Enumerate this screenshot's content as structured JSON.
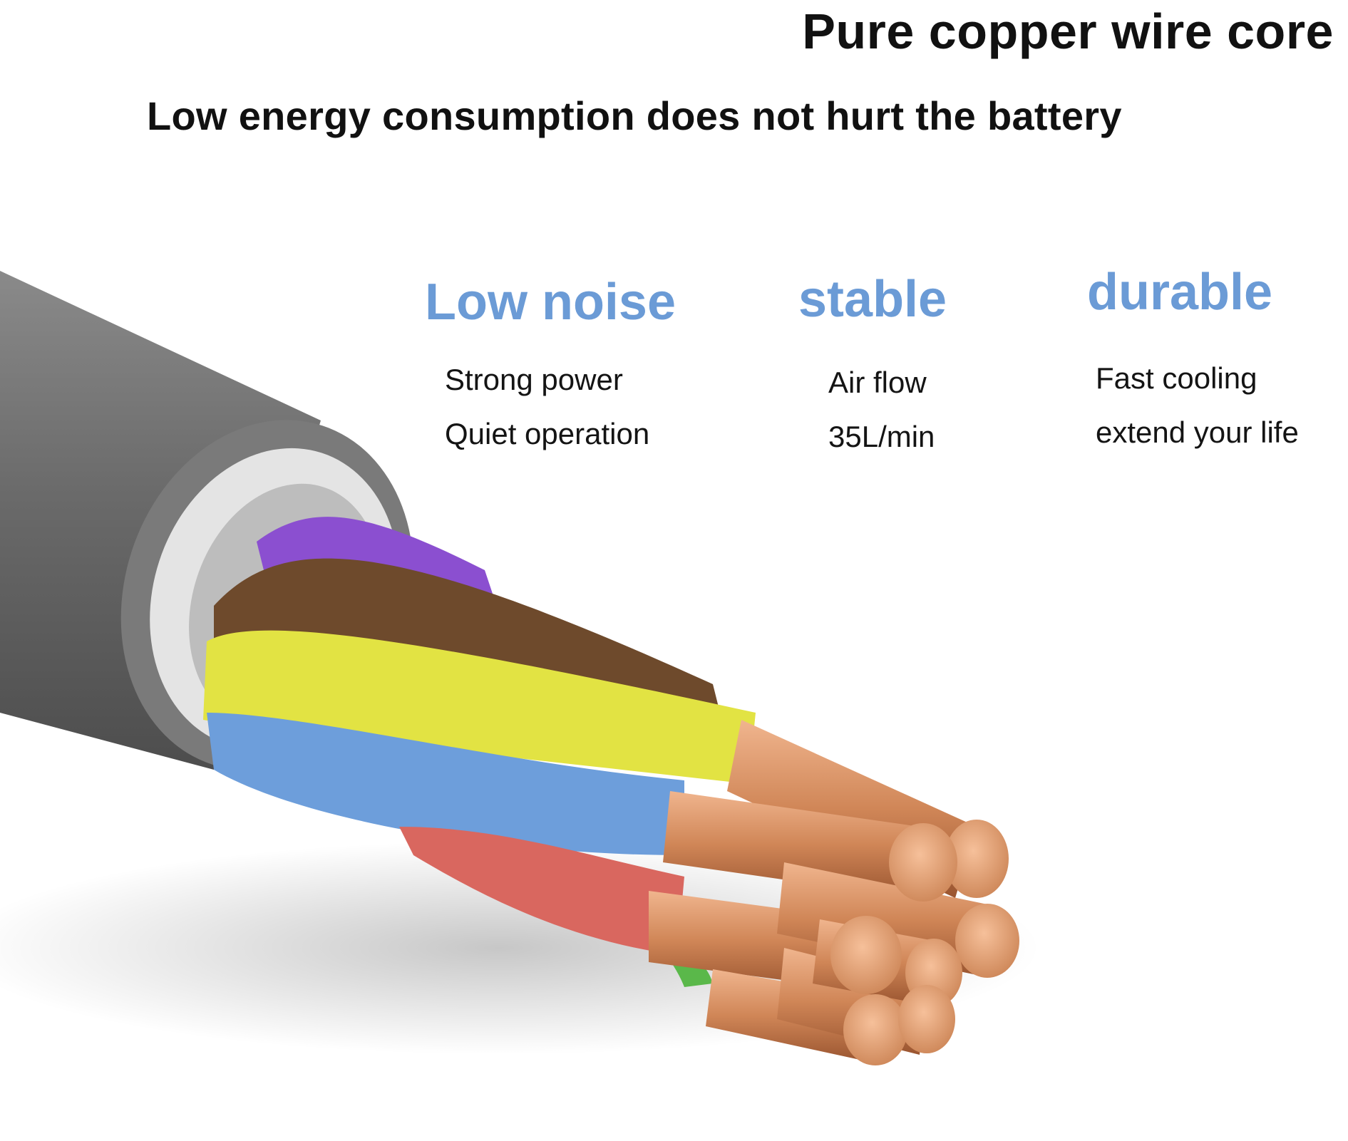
{
  "title": "Pure copper wire core",
  "subtitle": "Low energy consumption does not hurt the battery",
  "accent_color": "#6b9bd6",
  "features": [
    {
      "heading": "Low noise",
      "lines": [
        "Strong power",
        "Quiet operation"
      ]
    },
    {
      "heading": "stable",
      "lines": [
        "Air flow",
        "35L/min"
      ]
    },
    {
      "heading": "durable",
      "lines": [
        "Fast cooling",
        "extend your life"
      ]
    }
  ],
  "illustration": {
    "subject": "multi-core cable cross-section with exposed copper conductors",
    "jacket_color": "#6d6d6d",
    "inner_sheath_color": "#e3e3e3",
    "wire_colors": [
      "#8b4fd0",
      "#6e4a2c",
      "#e2e343",
      "#6d9edb",
      "#d9675f",
      "#5ab84a"
    ],
    "conductor_color": "#d38c62"
  }
}
